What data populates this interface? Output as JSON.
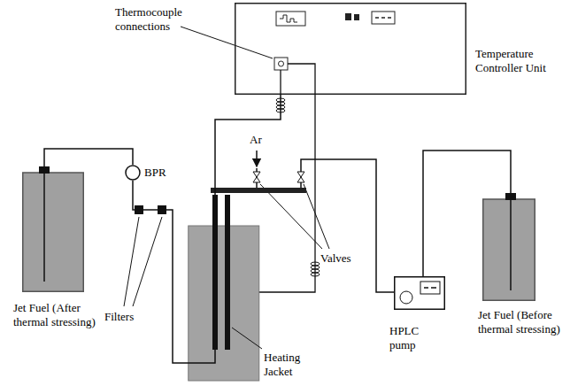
{
  "diagram": {
    "nodes": [
      {
        "text": [
          "Temperature Controller Unit"
        ]
      },
      {
        "text": [
          "Jet Fuel (After thermal stressing)"
        ]
      },
      {
        "text": [
          "BPR"
        ]
      },
      {
        "text": [
          "Heating Jacket"
        ]
      },
      {
        "text": [
          "HPLC pump"
        ]
      },
      {
        "text": [
          "Jet Fuel (Before thermal stressing)"
        ]
      }
    ],
    "edges": [
      {
        "from": 5,
        "to": 4,
        "arrow": "none"
      },
      {
        "from": 4,
        "to": 3,
        "arrow": "none"
      },
      {
        "from": 3,
        "to": 2,
        "arrow": "none"
      },
      {
        "from": 2,
        "to": 1,
        "arrow": "none"
      },
      {
        "from": 0,
        "to": 3,
        "arrow": "none"
      }
    ],
    "labels": [
      "Thermocouple connections",
      "Ar",
      "Valves",
      "Filters"
    ]
  }
}
